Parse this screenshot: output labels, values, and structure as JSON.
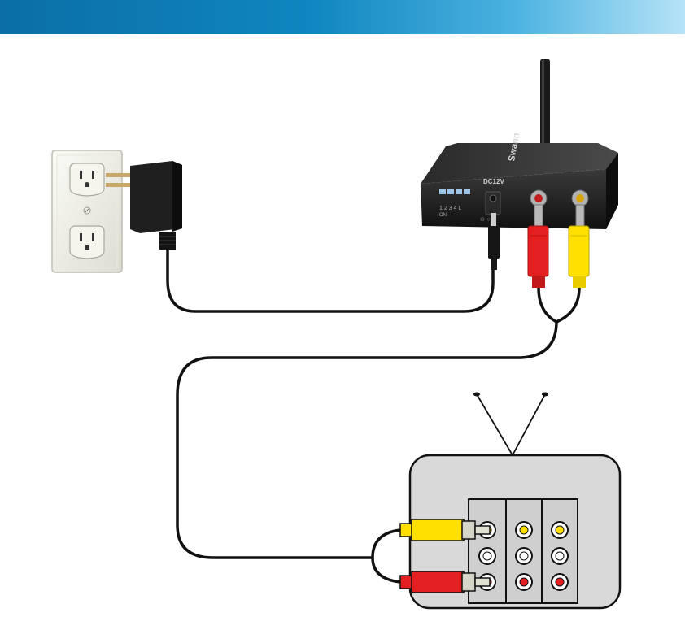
{
  "receiver": {
    "brand_label": "Swann",
    "power_label": "DC12V",
    "dip_numbers": "1 2 3 4 L",
    "dip_on_label": "ON"
  },
  "colors": {
    "banner_start": "#0b6ea6",
    "banner_end": "#b6e3f7",
    "video_plug": "#ffe000",
    "audio_plug": "#e41f1f",
    "receiver_body": "#1c1c1c",
    "tv_body": "#d9d9d9"
  },
  "icons": {
    "wall_outlet": "wall-outlet-icon",
    "power_adapter": "power-adapter-icon",
    "receiver": "wireless-receiver-icon",
    "tv": "television-icon"
  }
}
